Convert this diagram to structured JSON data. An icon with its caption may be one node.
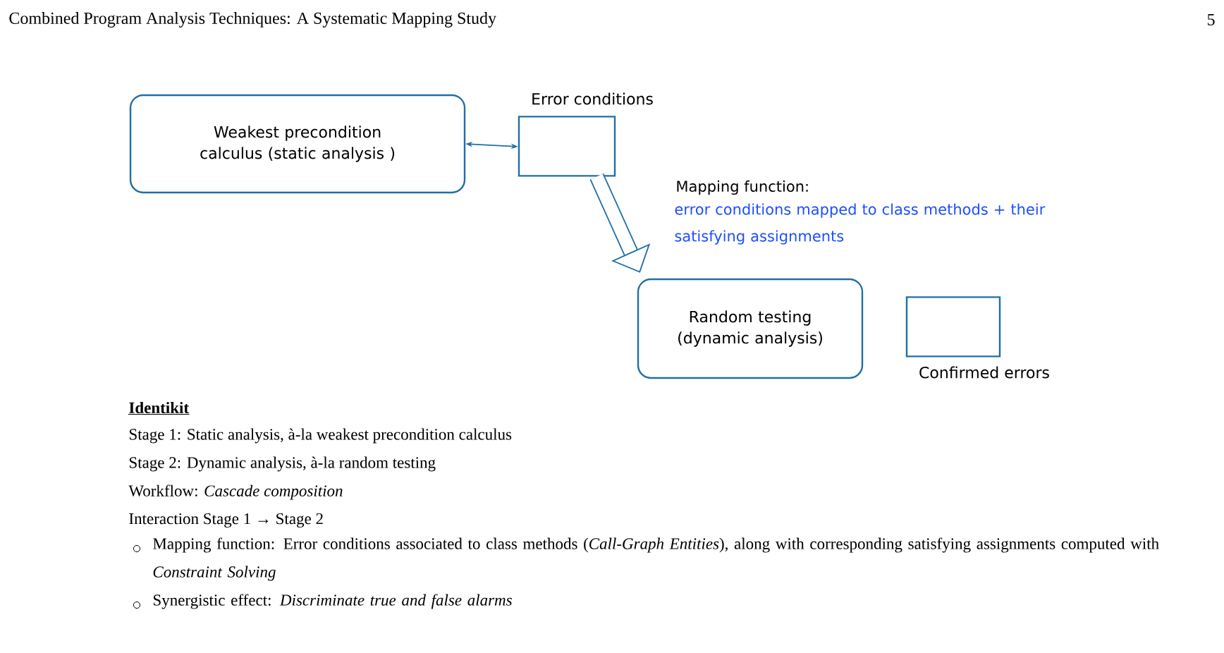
{
  "diagram": {
    "nodes": [
      {
        "text": [
          "Weakest precondition calculus (static analysis )"
        ]
      },
      {
        "text": [
          "Error conditions"
        ]
      },
      {
        "text": [
          "Random testing (dynamic analysis)"
        ]
      },
      {
        "text": [
          "Confirmed errors"
        ]
      }
    ],
    "edges": [
      {
        "from": 0,
        "to": 1,
        "arrow": "both"
      },
      {
        "from": 1,
        "to": 2,
        "arrow": "to",
        "style": "thick",
        "label": "Mapping function:"
      }
    ],
    "labels": [
      "Combined Program Analysis Techniques: A Systematic Mapping Study",
      "5",
      "error conditions mapped to class methods + their satisfying assignments",
      "Identikit",
      "Stage 1: Static analysis, à-la weakest precondition calculus",
      "Stage 2: Dynamic analysis, à-la random testing",
      "Workflow: *Cascade composition*",
      "Interaction Stage 1 → Stage 2",
      "Mapping function: Error conditions associated to class methods (*Call-Graph Entities*), along with corresponding satisfying assignments computed with *Constraint Solving*",
      "Synergistic effect: *Discriminate true and false alarms*"
    ]
  }
}
